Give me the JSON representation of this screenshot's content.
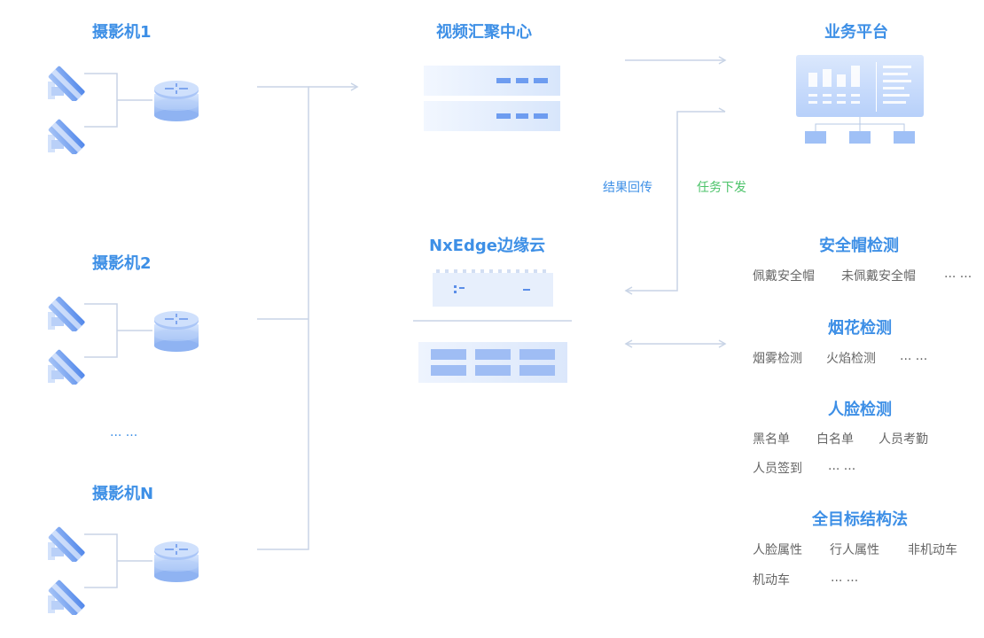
{
  "cameras": {
    "group1_title": "摄影机1",
    "group2_title": "摄影机2",
    "group3_title": "摄影机N",
    "ellipsis": "... ..."
  },
  "video_center": {
    "title": "视频汇聚中心"
  },
  "edge_cloud": {
    "title": "NxEdge边缘云"
  },
  "platform": {
    "title": "业务平台"
  },
  "flows": {
    "result_back": "结果回传",
    "task_down": "任务下发"
  },
  "capabilities": [
    {
      "title": "安全帽检测",
      "items": [
        "佩戴安全帽",
        "未佩戴安全帽",
        "... ..."
      ]
    },
    {
      "title": "烟花检测",
      "items": [
        "烟雾检测",
        "火焰检测",
        "... ..."
      ]
    },
    {
      "title": "人脸检测",
      "items": [
        "黑名单",
        "白名单",
        "人员考勤",
        "人员签到",
        "... ..."
      ]
    },
    {
      "title": "全目标结构法",
      "items": [
        "人脸属性",
        "行人属性",
        "非机动车",
        "机动车",
        "... ..."
      ]
    }
  ],
  "colors": {
    "title_blue": "#3d8fe6",
    "task_green": "#4cc36a",
    "line": "#c5d3e6",
    "text_gray": "#666666"
  },
  "icons": [
    "camera-icon",
    "router-icon",
    "server-icon",
    "dashboard-icon"
  ]
}
